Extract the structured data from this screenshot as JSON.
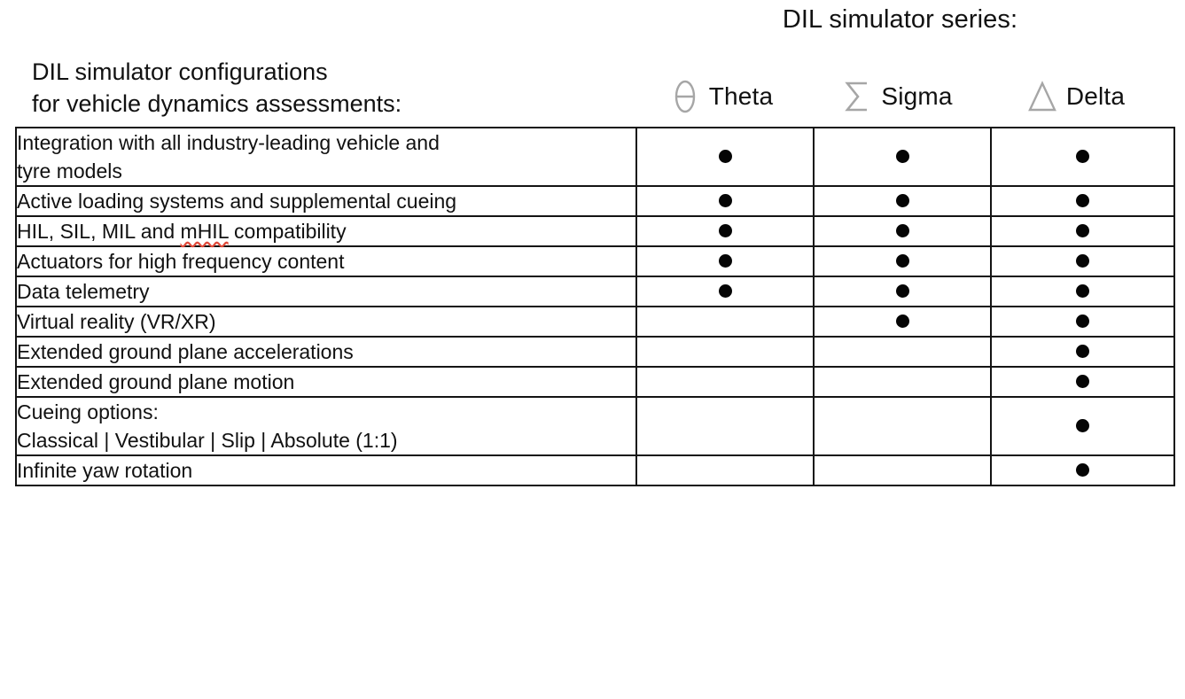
{
  "header": {
    "series_title": "DIL simulator series:",
    "config_heading": "DIL simulator configurations\nfor vehicle dynamics assessments:",
    "columns": [
      {
        "icon": "theta-icon",
        "symbol": "θ",
        "label": "Theta"
      },
      {
        "icon": "sigma-icon",
        "symbol": "Σ",
        "label": "Sigma"
      },
      {
        "icon": "delta-icon",
        "symbol": "Δ",
        "label": "Delta"
      }
    ]
  },
  "colors": {
    "glyph_gray": "#a6a6a6",
    "text": "#111111",
    "border": "#141414",
    "dot": "#050505",
    "spellcheck_red": "#e04a3a"
  },
  "table": {
    "rows": [
      {
        "feature": "Integration with all industry-leading vehicle and\ntyre models",
        "theta": "●",
        "sigma": "●",
        "delta": "●",
        "misspelled": ""
      },
      {
        "feature": "Active loading systems and supplemental cueing",
        "theta": "●",
        "sigma": "●",
        "delta": "●",
        "misspelled": ""
      },
      {
        "feature": "HIL, SIL, MIL and mHIL compatibility",
        "theta": "●",
        "sigma": "●",
        "delta": "●",
        "misspelled": "mHIL"
      },
      {
        "feature": "Actuators for high frequency content",
        "theta": "●",
        "sigma": "●",
        "delta": "●",
        "misspelled": ""
      },
      {
        "feature": "Data telemetry",
        "theta": "●",
        "sigma": "●",
        "delta": "●",
        "misspelled": ""
      },
      {
        "feature": "Virtual reality (VR/XR)",
        "theta": "",
        "sigma": "●",
        "delta": "●",
        "misspelled": ""
      },
      {
        "feature": "Extended ground plane accelerations",
        "theta": "",
        "sigma": "",
        "delta": "●",
        "misspelled": ""
      },
      {
        "feature": "Extended ground plane motion",
        "theta": "",
        "sigma": "",
        "delta": "●",
        "misspelled": ""
      },
      {
        "feature": "Cueing options:\nClassical | Vestibular | Slip | Absolute (1:1)",
        "theta": "",
        "sigma": "",
        "delta": "●",
        "misspelled": ""
      },
      {
        "feature": "Infinite yaw rotation",
        "theta": "",
        "sigma": "",
        "delta": "●",
        "misspelled": ""
      }
    ]
  }
}
